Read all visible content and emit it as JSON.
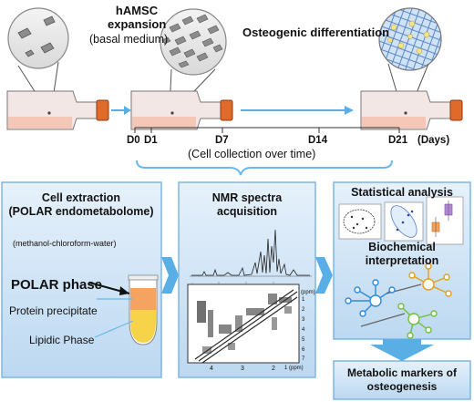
{
  "top": {
    "expansion_title": "hAMSC\nexpansion",
    "expansion_sub": "(basal medium)",
    "osteo_title": "Osteogenic differentiation"
  },
  "timeline": {
    "days": [
      "D0",
      "D1",
      "D7",
      "D14",
      "D21"
    ],
    "unit": "(Days)",
    "caption": "(Cell collection over time)"
  },
  "panels": {
    "extraction": {
      "title": "Cell extraction\n(POLAR endometabolome)",
      "solvent": "(methanol-chloroform-water)",
      "polar_phase": "POLAR phase",
      "protein": "Protein precipitate",
      "lipidic": "Lipidic Phase"
    },
    "nmr": {
      "title": "NMR spectra\nacquisition",
      "ppm_label": "(ppm)",
      "y_ticks": [
        "1",
        "2",
        "3",
        "4",
        "5",
        "6",
        "7"
      ],
      "x_ticks": [
        "4",
        "3",
        "2",
        "1 (ppm)"
      ]
    },
    "stats": {
      "title": "Statistical analysis",
      "biochem": "Biochemical\ninterpretation"
    },
    "result": {
      "title": "Metabolic markers of\nosteogenesis"
    }
  },
  "colors": {
    "panel_fill": "#cfe3f5",
    "panel_border": "#7fb6e2",
    "arrow": "#5aaee6",
    "flask_cap": "#e06a2a",
    "tube_orange": "#f4a460",
    "tube_yellow": "#f7d34a"
  }
}
